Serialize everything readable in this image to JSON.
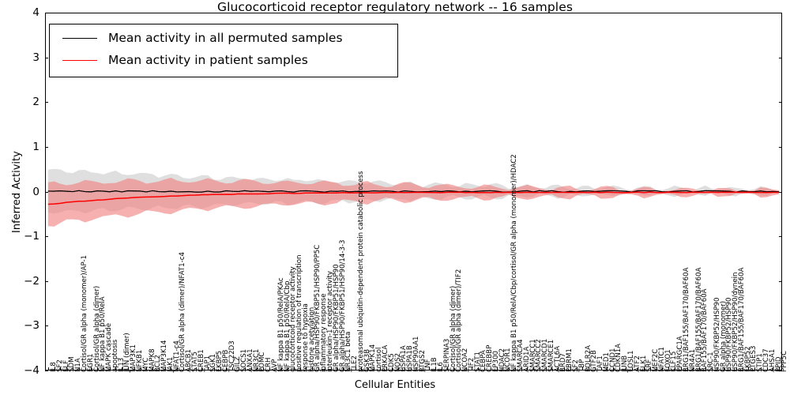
{
  "chart_data": {
    "type": "line",
    "title": "Glucocorticoid receptor regulatory network -- 16 samples",
    "xlabel": "Cellular Entities",
    "ylabel": "Inferred Activity",
    "ylim": [
      -4,
      4
    ],
    "yticks": [
      "-4",
      "-3",
      "-2",
      "-1",
      "0",
      "1",
      "2",
      "3",
      "4"
    ],
    "grid": false,
    "legend_position": "upper left",
    "legend": [
      {
        "label": "Mean activity in all permuted samples",
        "color": "#000000",
        "style": "solid"
      },
      {
        "label": "Mean activity in patient samples",
        "color": "#ff0000",
        "style": "solid"
      }
    ],
    "band_colors": {
      "permuted": "#d9d9d9",
      "patient": "#f08080"
    },
    "categories": [
      "IL8",
      "SF2",
      "ELF",
      "SDM",
      "N1A",
      "Cortisol/GR alpha (monomer)/AP-1",
      "EGR1",
      "Cortisol/GR alpha (dimer)",
      "NF kappa B1 p50/RelA",
      "MAPK cascade",
      "apoptosis",
      "IL13",
      "JUN (dimer)",
      "MAP3K1",
      "NFKB1",
      "MYC",
      "MAPK8",
      "BCL2",
      "MAP3K14",
      "JAK1",
      "NFAT1-c4",
      "Cortisol/GR alpha (dimer)/NFAT1-c4",
      "ABCB1",
      "STAT5",
      "CREB1",
      "TAP1",
      "SGK1",
      "FKBP5",
      "CEBPB",
      "TSC22D3",
      "GILZ",
      "SOCS1",
      "ANXA1",
      "NR3C1",
      "POMC",
      "CRH",
      "AVP",
      "NF kappa B1 p50/RelA/PKAc",
      "NF kappa B1 p50/RelA/Cbp",
      "glucocorticoid receptor activity",
      "positive regulation of transcription",
      "response to hypoxia",
      "histone acetylation",
      "GR alpha/HSP90/FKBP51/HSP90/PP5C",
      "inflammatory response",
      "interleukin-1 receptor activity",
      "GR alpha/HSP90/FKBP51/HSP90",
      "GR alpha/HSP90/FKBP51/HSP90/14-3-3",
      "NR3C1 beta",
      "TLE2",
      "proteasomal ubiquitin-dependent protein catabolic process",
      "GSK3B",
      "MAPK14",
      "cortisol",
      "PRKACA",
      "CDK5",
      "NOS2",
      "HSPA1A",
      "HSPA1B",
      "HSP90AA1",
      "PTGS2",
      "TNF",
      "IL1B",
      "IL6",
      "SERPINA3",
      "Cortisol/GR alpha (dimer)",
      "Cortisol/GR alpha (dimer)/TIF2",
      "NCOA2",
      "TIF2",
      "STAT1",
      "CEBPA",
      "CREBBP",
      "EP300",
      "HDAC2",
      "NCOR1",
      "NF kappa B1 p50/RelA/Cbp/cortisol/GR alpha (monomer)/HDAC2",
      "SMARCA4",
      "ARID1A",
      "SMARCC1",
      "SMARCC2",
      "SMARCD1",
      "SMARCE1",
      "ACTL6A",
      "BRD7",
      "PBRM1",
      "SF2",
      "TBP",
      "POLR2A",
      "GTF2B",
      "TAF1",
      "MED1",
      "CCND1",
      "CDKN1A",
      "JUNB",
      "FOSL1",
      "ATF2",
      "ELK1",
      "SRF",
      "MEF2C",
      "NFATC1",
      "FOXO1",
      "KLF15",
      "PPARGC1A",
      "HNF4A",
      "NR4A1",
      "BRG1/BAF155/BAF170/BAF60A",
      "BAF155/BAF170/BAF60A",
      "SRC-1",
      "NCOA1",
      "GR alpha (monomer)",
      "HSP90/FKBP52/HSP90",
      "HSP90/FKBP52/HSP90/dynein",
      "BRG1/BAF155/BAF170/BAF60A",
      "FKBP52",
      "PTGES3",
      "STIP1",
      "CDC37",
      "AHSA1",
      "PPID",
      "PPP5C"
    ],
    "series": [
      {
        "name": "Mean activity in all permuted samples",
        "color": "#000000"
      },
      {
        "name": "Mean activity in patient samples",
        "color": "#ff0000"
      }
    ],
    "notes": "Both mean curves hover near 0 across all cellular entities; shaded bands show standard deviation, widest at the left edge (about +/-0.45) and narrowing toward the right."
  },
  "tall_labels": [
    {
      "text": "Cortisol/GR alpha (monomer)/AP-1",
      "index": 5
    },
    {
      "text": "Cortisol/GR alpha (dimer)",
      "index": 7
    },
    {
      "text": "NF kappa B1 p50/RelA",
      "index": 8
    },
    {
      "text": "MAPK cascade",
      "index": 9
    },
    {
      "text": "JUN (dimer)",
      "index": 12
    },
    {
      "text": "Cortisol/GR alpha (dimer)/NFAT1-c4",
      "index": 21
    },
    {
      "text": "NF kappa B1 p50/RelA/PKAc",
      "index": 37
    },
    {
      "text": "NF kappa B1 p50/RelA/Cbp",
      "index": 38
    },
    {
      "text": "glucocorticoid receptor activity",
      "index": 39
    },
    {
      "text": "GR alpha/HSP90/FKBP51/HSP90/PP5C",
      "index": 43
    },
    {
      "text": "interleukin-1 receptor activity",
      "index": 45
    },
    {
      "text": "GR alpha/HSP90/FKBP51/HSP90",
      "index": 46
    },
    {
      "text": "GR alpha/HSP90/FKBP51/HSP90/14-3-3",
      "index": 47
    },
    {
      "text": "proteasomal ubiquitin-dependent protein catabolic process",
      "index": 50
    },
    {
      "text": "Cortisol/GR alpha (dimer)",
      "index": 65
    },
    {
      "text": "Cortisol/GR alpha (dimer)/TIF2",
      "index": 66
    },
    {
      "text": "NF kappa B1 p50/RelA/Cbp/cortisol/GR alpha (monomer)/HDAC2",
      "index": 75
    },
    {
      "text": "BRG1/BAF155/BAF170/BAF60A",
      "index": 103
    },
    {
      "text": "HSP90/FKBP52/HSP90",
      "index": 108
    }
  ]
}
